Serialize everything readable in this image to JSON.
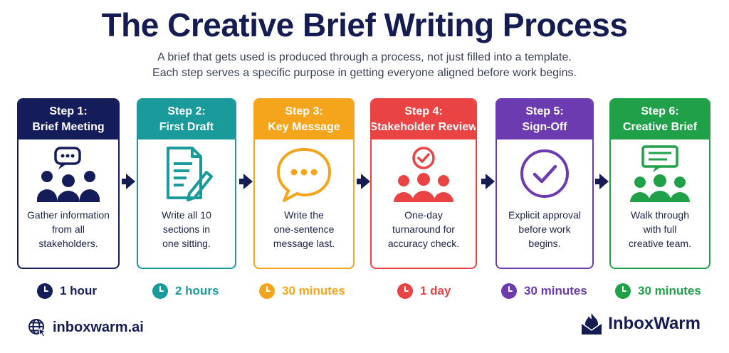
{
  "title": "The Creative Brief Writing Process",
  "subtitle": [
    "A brief that gets used is produced through a process, not just filled into a template.",
    "Each step serves a specific purpose in getting everyone aligned before work begins."
  ],
  "steps": [
    {
      "step": "Step 1:",
      "name": "Brief Meeting",
      "color": "#141c5a",
      "icon": "team-meeting-icon",
      "desc": [
        "Gather information",
        "from all",
        "stakeholders."
      ],
      "time": "1 hour"
    },
    {
      "step": "Step 2:",
      "name": "First Draft",
      "color": "#1a9a9a",
      "icon": "document-pen-icon",
      "desc": [
        "Write all 10",
        "sections in",
        "one sitting."
      ],
      "time": "2 hours"
    },
    {
      "step": "Step 3:",
      "name": "Key Message",
      "color": "#f4a51c",
      "icon": "speech-bubble-icon",
      "desc": [
        "Write the",
        "one-sentence",
        "message last."
      ],
      "time": "30 minutes"
    },
    {
      "step": "Step 4:",
      "name": "Stakeholder Review",
      "color": "#ea4343",
      "icon": "group-check-icon",
      "desc": [
        "One-day",
        "turnaround for",
        "accuracy check."
      ],
      "time": "1 day"
    },
    {
      "step": "Step 5:",
      "name": "Sign-Off",
      "color": "#6c3bb0",
      "icon": "checkmark-circle-icon",
      "desc": [
        "Explicit approval",
        "before work",
        "begins."
      ],
      "time": "30 minutes"
    },
    {
      "step": "Step 6:",
      "name": "Creative Brief",
      "color": "#21a04a",
      "icon": "team-presentation-icon",
      "desc": [
        "Walk through",
        "with full",
        "creative team."
      ],
      "time": "30 minutes"
    }
  ],
  "footer": {
    "website": "inboxwarm.ai",
    "brand": "InboxWarm"
  }
}
